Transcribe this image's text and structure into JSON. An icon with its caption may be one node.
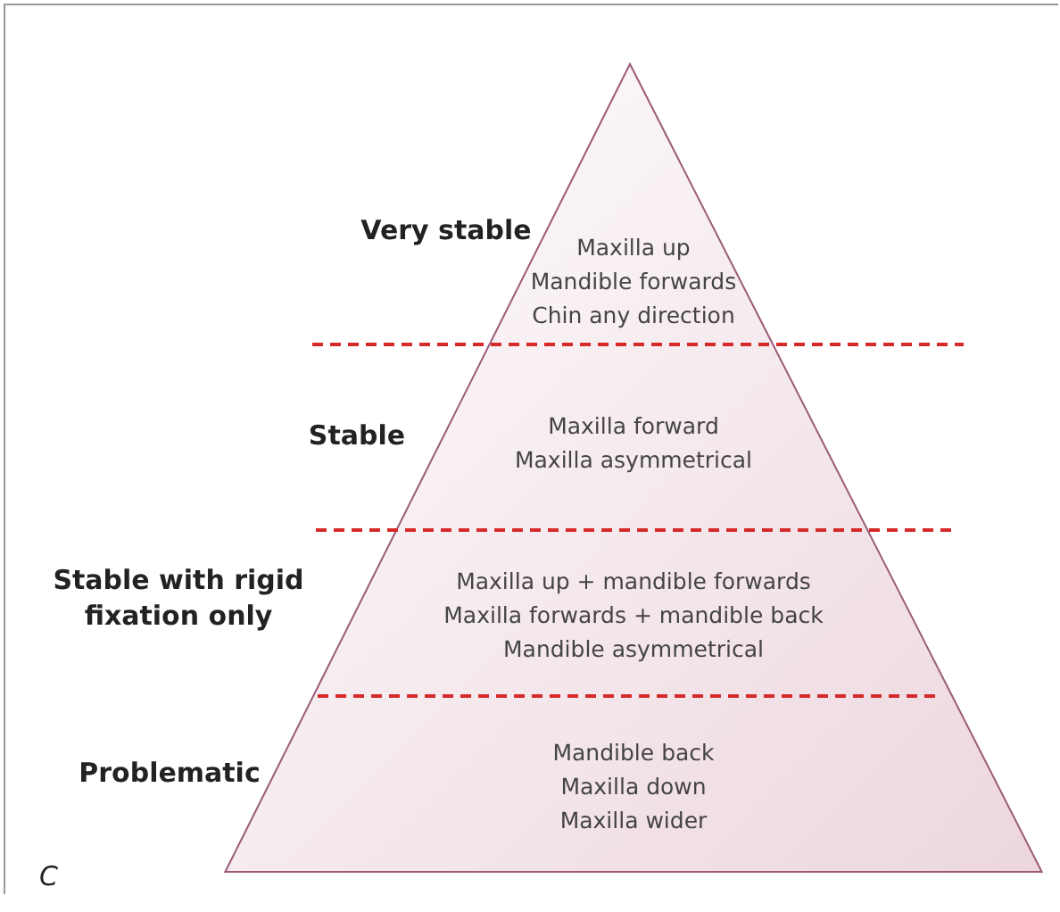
{
  "diagram": {
    "nodes": [
      {
        "text": [],
        "shape": "triangle"
      },
      {
        "text": [
          "Maxilla up",
          "Mandible forwards",
          "Chin any direction"
        ],
        "in": 0,
        "beside": [
          "Very stable"
        ]
      },
      {
        "text": [
          "Maxilla forward",
          "Maxilla asymmetrical"
        ],
        "in": 0,
        "beside": [
          "Stable"
        ]
      },
      {
        "text": [
          "Maxilla up + mandible forwards",
          "Maxilla forwards + mandible back",
          "Mandible asymmetrical"
        ],
        "in": 0,
        "beside": [
          "Stable with rigid fixation only"
        ]
      },
      {
        "text": [
          "Mandible back",
          "Maxilla down",
          "Maxilla wider"
        ],
        "in": 0,
        "beside": [
          "Problematic"
        ]
      }
    ],
    "edges": [],
    "labels": [
      "C"
    ]
  }
}
